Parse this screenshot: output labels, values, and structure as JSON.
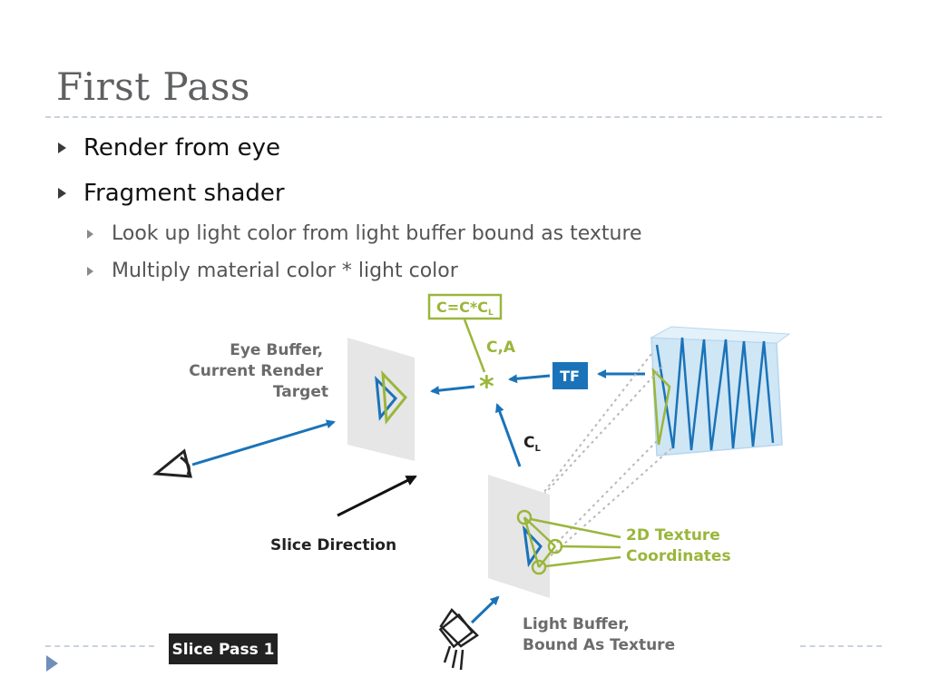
{
  "slide": {
    "title": "First Pass",
    "bullets": [
      {
        "text": "Render from eye",
        "level": 1
      },
      {
        "text": "Fragment shader",
        "level": 1
      },
      {
        "text": "Look up light color from light buffer bound as texture",
        "level": 2
      },
      {
        "text": "Multiply material color * light color",
        "level": 2
      }
    ]
  },
  "diagram": {
    "formula_box": "C=C*C",
    "formula_sub": "L",
    "ca_label": "C,A",
    "cl_label": "C",
    "cl_sub": "L",
    "tf_label": "TF",
    "eye_buffer_lines": [
      "Eye Buffer,",
      "Current Render",
      "Target"
    ],
    "slice_direction": "Slice Direction",
    "texture_coords_lines": [
      "2D Texture",
      "Coordinates"
    ],
    "light_buffer_lines": [
      "Light Buffer,",
      "Bound As Texture"
    ],
    "slice_pass": "Slice Pass 1",
    "colors": {
      "blue": "#1a73b8",
      "green": "#9ab63b",
      "panel_grey": "#e6e6e6",
      "volume_blue": "#cfe6f5"
    }
  }
}
